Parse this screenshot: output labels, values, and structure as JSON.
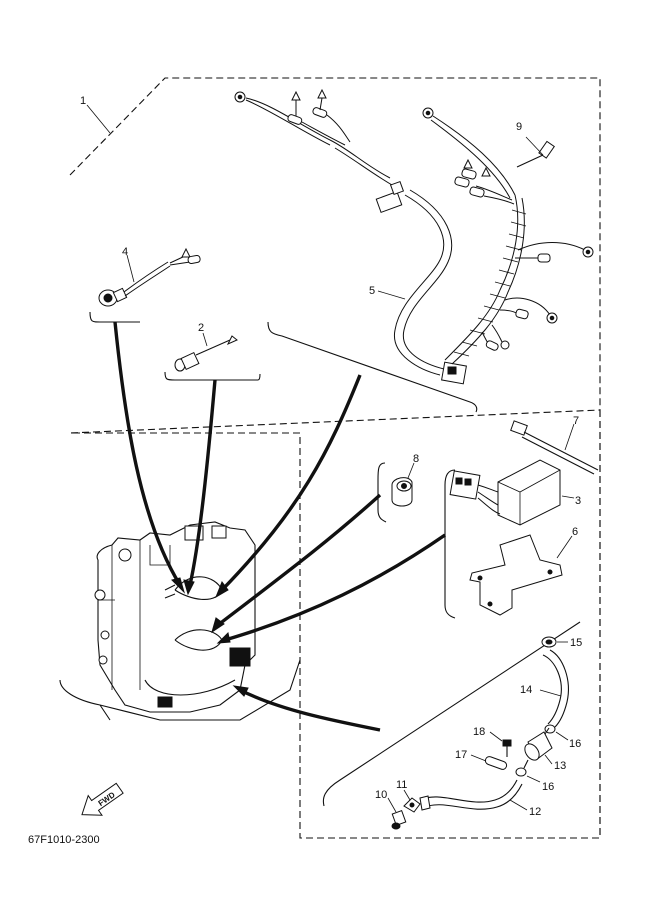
{
  "diagram": {
    "drawing_code": "67F1010-2300",
    "fwd_mark": "FWD",
    "callouts": [
      {
        "id": "c1",
        "text": "1"
      },
      {
        "id": "c2",
        "text": "2"
      },
      {
        "id": "c3",
        "text": "3"
      },
      {
        "id": "c4",
        "text": "4"
      },
      {
        "id": "c5",
        "text": "5"
      },
      {
        "id": "c6",
        "text": "6"
      },
      {
        "id": "c7",
        "text": "7"
      },
      {
        "id": "c8",
        "text": "8"
      },
      {
        "id": "c9",
        "text": "9"
      },
      {
        "id": "c10",
        "text": "10"
      },
      {
        "id": "c11",
        "text": "11"
      },
      {
        "id": "c12",
        "text": "12"
      },
      {
        "id": "c13",
        "text": "13"
      },
      {
        "id": "c14",
        "text": "14"
      },
      {
        "id": "c15",
        "text": "15"
      },
      {
        "id": "c16a",
        "text": "16"
      },
      {
        "id": "c16b",
        "text": "16"
      },
      {
        "id": "c17",
        "text": "17"
      },
      {
        "id": "c18",
        "text": "18"
      }
    ]
  }
}
